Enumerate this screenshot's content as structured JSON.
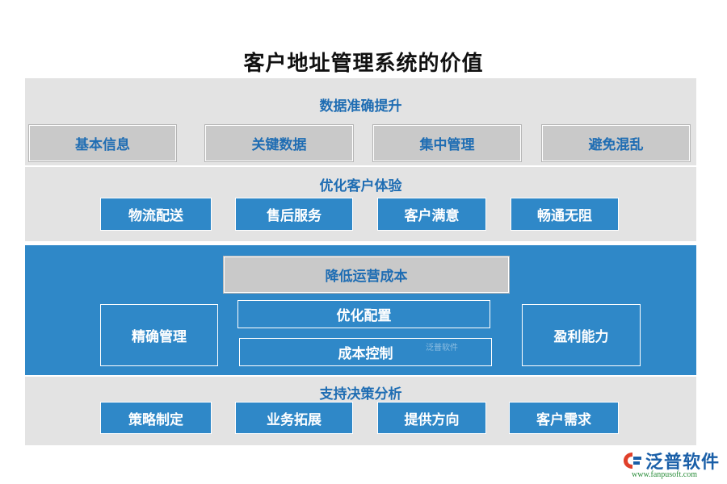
{
  "title": "客户地址管理系统的价值",
  "sections": {
    "data_accuracy": {
      "title": "数据准确提升",
      "items": [
        "基本信息",
        "关键数据",
        "集中管理",
        "避免混乱"
      ]
    },
    "experience": {
      "title": "优化客户体验",
      "items": [
        "物流配送",
        "售后服务",
        "客户满意",
        "畅通无阻"
      ]
    },
    "cost": {
      "title": "降低运营成本",
      "left": "精确管理",
      "center": [
        "优化配置",
        "成本控制"
      ],
      "right": "盈利能力"
    },
    "decision": {
      "title": "支持决策分析",
      "items": [
        "策略制定",
        "业务拓展",
        "提供方向",
        "客户需求"
      ]
    }
  },
  "watermark": "泛普软件",
  "logo": {
    "name": "泛普软件",
    "url": "www.fanpusoft.com",
    "icon": "fanpu-logo-icon"
  },
  "colors": {
    "blue": "#2f88c8",
    "grey_band": "#e3e3e3",
    "grey_box": "#c9c9c9",
    "title_blue": "#1f6db3"
  }
}
